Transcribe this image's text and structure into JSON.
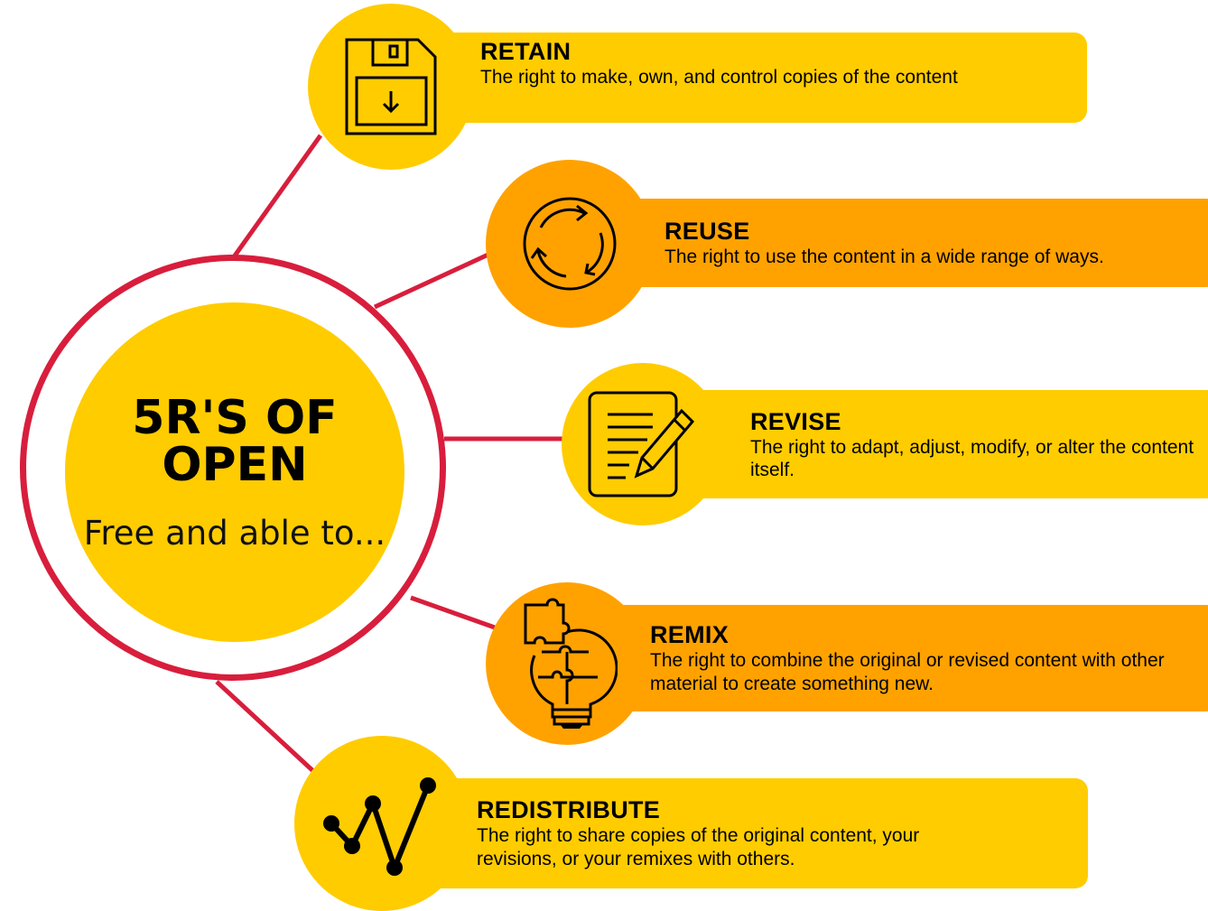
{
  "hub": {
    "title": "5R'S OF\nOPEN",
    "subtitle": "Free and able to..."
  },
  "items": [
    {
      "title": "RETAIN",
      "description": "The right to make, own, and control copies of the content",
      "icon": "floppy-disk-icon",
      "color": "#ffcc00"
    },
    {
      "title": "REUSE",
      "description": "The right to use the content in a wide range of ways.",
      "icon": "recycle-arrows-icon",
      "color": "#ffa200"
    },
    {
      "title": "REVISE",
      "description": "The right to adapt, adjust, modify, or alter the content itself.",
      "icon": "document-pencil-icon",
      "color": "#ffcc00"
    },
    {
      "title": "REMIX",
      "description": "The right to combine the original or revised content with other material to create something new.",
      "icon": "puzzle-lightbulb-icon",
      "color": "#ffa200"
    },
    {
      "title": "REDISTRIBUTE",
      "description": "The right to share copies of the original content, your revisions, or your remixes with others.",
      "icon": "line-graph-icon",
      "color": "#ffcc00"
    }
  ],
  "colors": {
    "yellow": "#ffcc00",
    "orange": "#ffa200",
    "connector_red": "#d81e3c",
    "text": "#000000"
  }
}
